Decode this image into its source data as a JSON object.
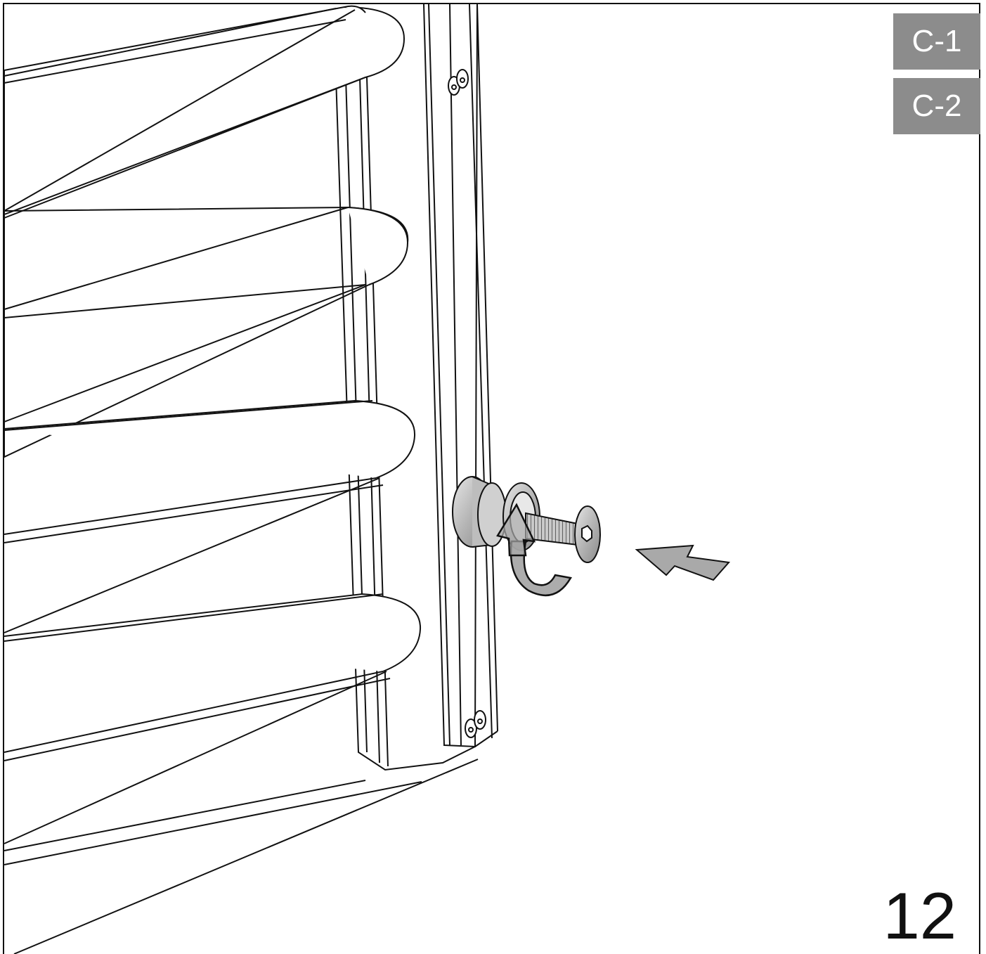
{
  "parts": {
    "c1": "C-1",
    "c2": "C-2"
  },
  "step": "12",
  "colors": {
    "line": "#111111",
    "badge_bg": "#8c8c8c",
    "badge_text": "#ffffff",
    "metal": "#bdbdbd",
    "arrow": "#a9a9a9"
  },
  "icons": {
    "push": "push-arrow-icon",
    "rotate": "rotate-arrow-icon"
  }
}
